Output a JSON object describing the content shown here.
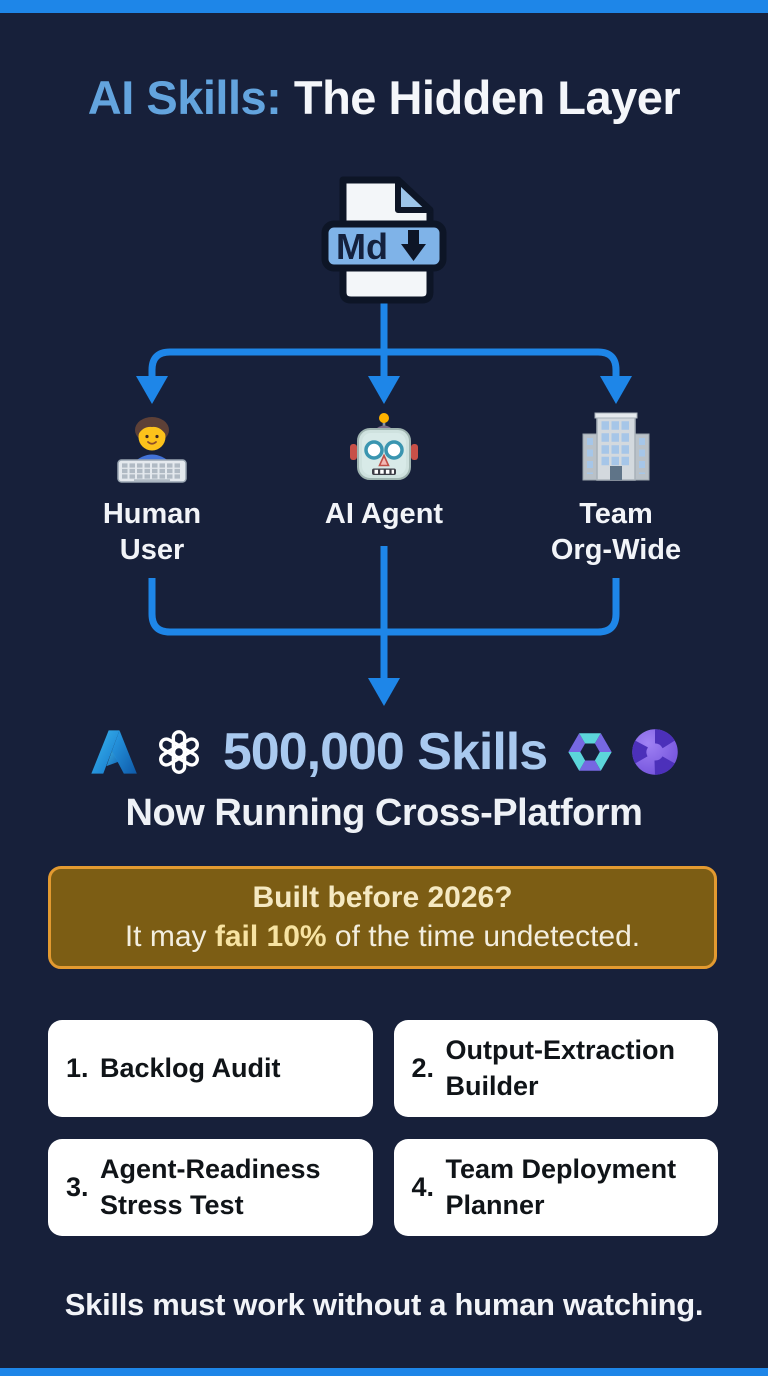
{
  "header": {
    "title_highlight": "AI Skills:",
    "title_rest": "The Hidden Layer"
  },
  "flow": {
    "source": {
      "icon": "markdown-file-icon",
      "band_label": "Md",
      "band_icon": "download-arrow-icon"
    },
    "branches": [
      {
        "icon": "human-user-emoji",
        "lines": [
          "Human",
          "User"
        ]
      },
      {
        "icon": "robot-emoji",
        "lines": [
          "AI Agent"
        ]
      },
      {
        "icon": "office-building-emoji",
        "lines": [
          "Team",
          "Org-Wide"
        ]
      }
    ]
  },
  "skills": {
    "platform_icons_left": [
      "azure-logo",
      "openai-logo"
    ],
    "count_text": "500,000 Skills",
    "platform_icons_right": [
      "hexagon-platform-logo",
      "swirl-platform-logo"
    ],
    "subtitle": "Now Running Cross-Platform"
  },
  "warning": {
    "line1": "Built before 2026?",
    "line2_prefix": "It may ",
    "line2_bold": "fail 10%",
    "line2_suffix": " of the time undetected."
  },
  "cards": [
    {
      "num": "1.",
      "text": "Backlog Audit"
    },
    {
      "num": "2.",
      "text": "Output-Extraction Builder"
    },
    {
      "num": "3.",
      "text": "Agent-Readiness Stress Test"
    },
    {
      "num": "4.",
      "text": "Team Deployment Planner"
    }
  ],
  "footer": {
    "text": "Skills must work without a human watching."
  },
  "colors": {
    "background": "#17203a",
    "accent_blue": "#1e86e8",
    "title_highlight": "#63a4de",
    "skills_count": "#a9c9ef",
    "warning_bg": "#7c5d14",
    "warning_border": "#e39a30",
    "card_bg": "#ffffff"
  }
}
